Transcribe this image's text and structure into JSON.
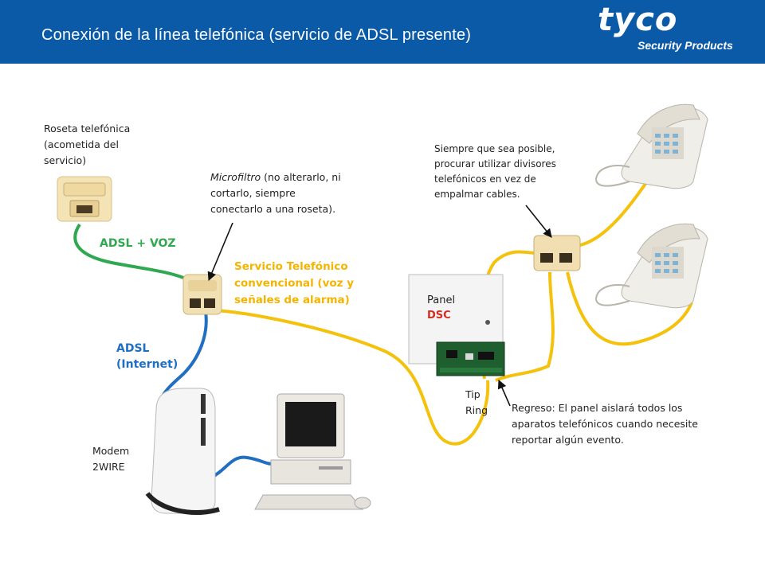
{
  "header": {
    "title": "Conexión de la línea telefónica (servicio de ADSL presente)",
    "brand": "tyco",
    "brand_sub": "Security Products",
    "background": "#0b5aa7"
  },
  "labels": {
    "roseta": [
      "Roseta telefónica",
      "(acometida del",
      "servicio)"
    ],
    "adsl_voz": "ADSL + VOZ",
    "microfiltro_word": "Microfiltro",
    "microfiltro_rest": " (no alterarlo, ni",
    "microfiltro_lines": [
      "cortarlo, siempre",
      "conectarlo a una roseta)."
    ],
    "servicio": [
      "Servicio Telefónico",
      "convencional  (voz y",
      "señales de alarma)"
    ],
    "adsl_internet": [
      "ADSL",
      "(Internet)"
    ],
    "modem": [
      "Modem",
      "2WIRE"
    ],
    "panel": "Panel",
    "panel_brand": "DSC",
    "tip": "Tip",
    "ring": "Ring",
    "regreso": [
      "Regreso: El panel aislará todos los",
      "aparatos telefónicos cuando necesite",
      "reportar algún evento."
    ],
    "divisores": [
      "Siempre que sea posible,",
      "procurar utilizar divisores",
      "telefónicos en vez de",
      "empalmar cables."
    ]
  },
  "colors": {
    "adsl_voz_line": "#2fa84f",
    "phone_line": "#f4c20d",
    "internet_line": "#1f6fc2",
    "panel_brand": "#d62b1f"
  },
  "icons": [
    "wall-jack-icon",
    "microfilter-icon",
    "modem-icon",
    "computer-icon",
    "alarm-panel-icon",
    "splitter-icon",
    "telephone-icon"
  ]
}
